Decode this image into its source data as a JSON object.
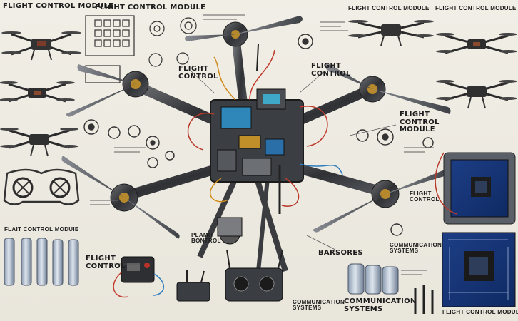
{
  "labels": {
    "top_left": "FLIGHT CONTROL MODULE",
    "top_center": "FLIGHT CONTROL MODULE",
    "top_right_1": "FLIGHT CONTROL MODULE",
    "top_right_2": "FLIGHT CONTROL MODULE",
    "center_left_1": "FLIGHT",
    "center_left_2": "CONTROL",
    "center_right_1": "FLIGHT",
    "center_right_2": "CONTROL",
    "right_mid_1": "FLIGHT",
    "right_mid_2": "CONTROL",
    "right_mid_3": "MODULE",
    "left_band": "FLAIT CONTROL MODUIE",
    "bottom_left_1": "FLIGHT",
    "bottom_left_2": "CONTROL",
    "bottom_center_1": "PLAMIT",
    "bottom_center_2": "BONTROL",
    "right_lower_1": "FLIGHT",
    "right_lower_2": "CONTROL",
    "barsores": "BARSORES",
    "comms_small_1": "COMMUNICATION",
    "comms_small_2": "SYSTEMS",
    "comms_big_1": "COMMUNICATION",
    "comms_big_2": "SYSTEMS",
    "comms_low_1": "COMMUNICATION",
    "comms_low_2": "SYSTEMS",
    "bottom_right": "FLIGHT CONTROL MODULE"
  }
}
